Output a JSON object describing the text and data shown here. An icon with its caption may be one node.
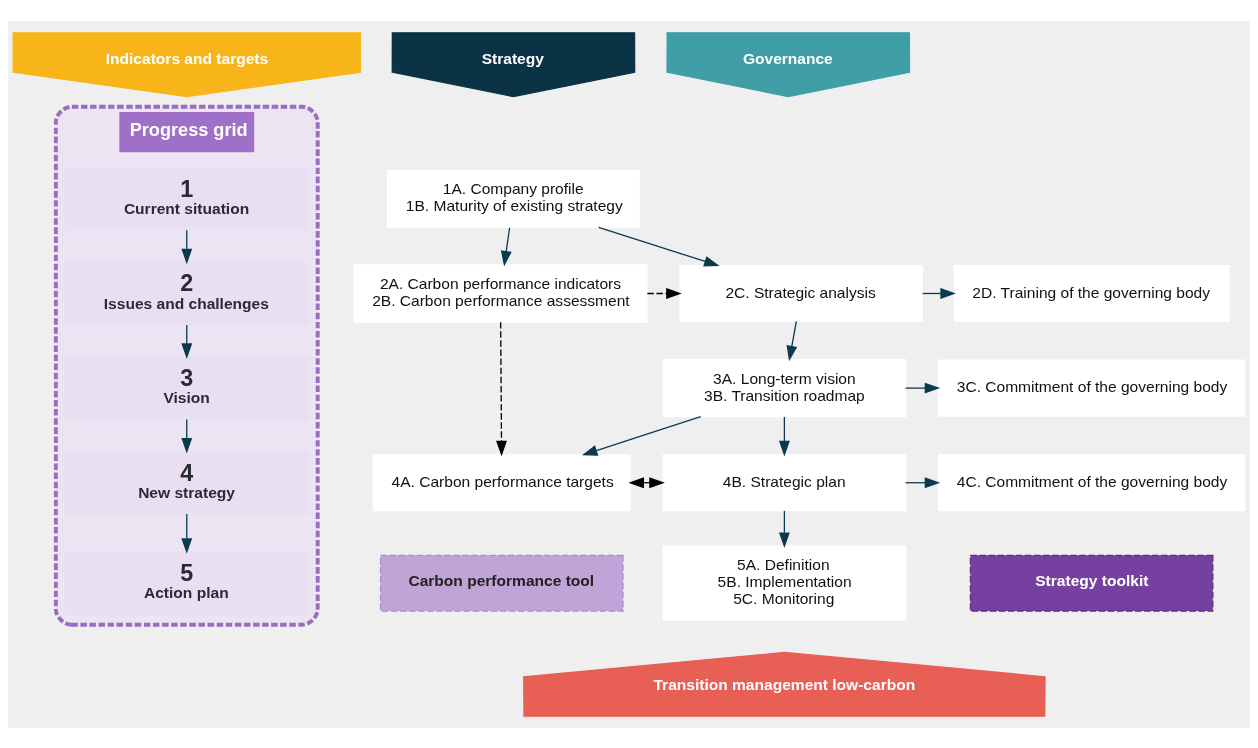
{
  "diagram": {
    "nodes": [
      {
        "text": [
          "Indicators and targets"
        ]
      },
      {
        "text": [
          "Strategy"
        ]
      },
      {
        "text": [
          "Governance"
        ]
      },
      {
        "text": [
          "Progress grid"
        ]
      },
      {
        "text": [
          "1",
          "Current situation"
        ],
        "in": 3
      },
      {
        "text": [
          "2",
          "Issues and challenges"
        ],
        "in": 3
      },
      {
        "text": [
          "3",
          "Vision"
        ],
        "in": 3
      },
      {
        "text": [
          "4",
          "New strategy"
        ],
        "in": 3
      },
      {
        "text": [
          "5",
          "Action plan"
        ],
        "in": 3
      },
      {
        "text": [
          "1A. Company profile",
          "1B. Maturity of existing strategy"
        ]
      },
      {
        "text": [
          "2A. Carbon performance indicators",
          "2B. Carbon performance assessment"
        ]
      },
      {
        "text": [
          "2C. Strategic analysis"
        ]
      },
      {
        "text": [
          "2D. Training of the governing body"
        ]
      },
      {
        "text": [
          "3A. Long-term vision",
          "3B. Transition roadmap"
        ]
      },
      {
        "text": [
          "3C. Commitment of the governing body"
        ]
      },
      {
        "text": [
          "4A. Carbon performance targets"
        ]
      },
      {
        "text": [
          "4B. Strategic plan"
        ]
      },
      {
        "text": [
          "4C. Commitment of the governing body"
        ]
      },
      {
        "text": [
          "5A. Definition",
          "5B. Implementation",
          "5C. Monitoring"
        ]
      },
      {
        "text": [
          "Carbon performance tool"
        ]
      },
      {
        "text": [
          "Strategy toolkit"
        ]
      },
      {
        "text": [
          "Transition management low-carbon"
        ]
      }
    ],
    "edges": [
      {
        "from": 4,
        "to": 5,
        "arrow": "to"
      },
      {
        "from": 5,
        "to": 6,
        "arrow": "to"
      },
      {
        "from": 6,
        "to": 7,
        "arrow": "to"
      },
      {
        "from": 7,
        "to": 8,
        "arrow": "to"
      },
      {
        "from": 9,
        "to": 10,
        "arrow": "to"
      },
      {
        "from": 9,
        "to": 11,
        "arrow": "to"
      },
      {
        "from": 10,
        "to": 11,
        "arrow": "to",
        "style": "dashed",
        "color": "#000000"
      },
      {
        "from": 11,
        "to": 12,
        "arrow": "to"
      },
      {
        "from": 11,
        "to": 13,
        "arrow": "to"
      },
      {
        "from": 13,
        "to": 14,
        "arrow": "to"
      },
      {
        "from": 13,
        "to": 15,
        "arrow": "to"
      },
      {
        "from": 10,
        "to": 15,
        "arrow": "to",
        "style": "dashed",
        "color": "#000000"
      },
      {
        "from": 13,
        "to": 16,
        "arrow": "to"
      },
      {
        "from": 15,
        "to": 16,
        "arrow": "both",
        "color": "#000000"
      },
      {
        "from": 16,
        "to": 17,
        "arrow": "to"
      },
      {
        "from": 16,
        "to": 18,
        "arrow": "to"
      }
    ]
  }
}
